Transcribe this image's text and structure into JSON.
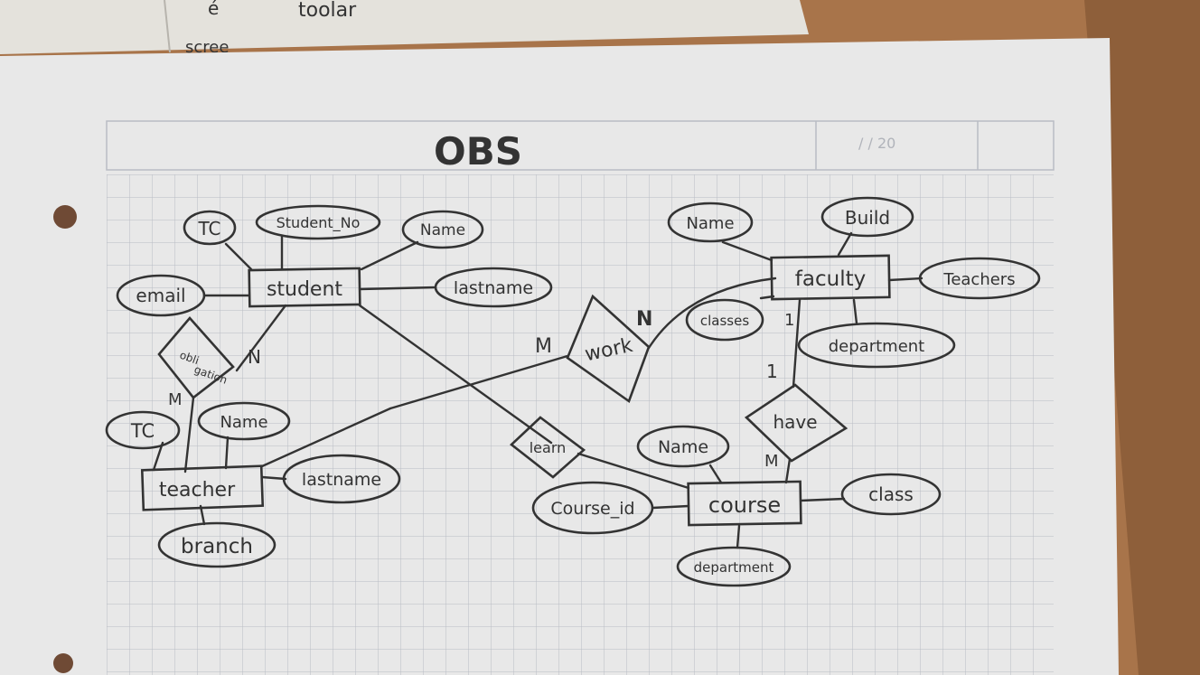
{
  "title": "OBS",
  "date_field": "/ / 20",
  "notebook_top": [
    "é",
    "toolar",
    "scree"
  ],
  "entities": {
    "student": "student",
    "faculty": "faculty",
    "teacher": "teacher",
    "course": "course"
  },
  "relationships": {
    "obligation": [
      "obli",
      "gation"
    ],
    "work": "work",
    "learn": "learn",
    "have": "have"
  },
  "attributes": {
    "student_tc": "TC",
    "student_no": "Student_No",
    "student_name": "Name",
    "student_email": "email",
    "student_lastname": "lastname",
    "faculty_name": "Name",
    "faculty_build": "Build",
    "faculty_teachers": "Teachers",
    "faculty_classes": "classes",
    "faculty_department": "department",
    "teacher_tc": "TC",
    "teacher_name": "Name",
    "teacher_lastname": "lastname",
    "teacher_branch": "branch",
    "course_name": "Name",
    "course_id": "Course_id",
    "course_class": "class",
    "course_department": "department"
  },
  "cardinalities": {
    "obligation_student": "N",
    "obligation_teacher": "M",
    "work_left": "M",
    "work_right": "N",
    "have_faculty_side": "1",
    "have_faculty_side_low": "1",
    "have_course": "M"
  }
}
